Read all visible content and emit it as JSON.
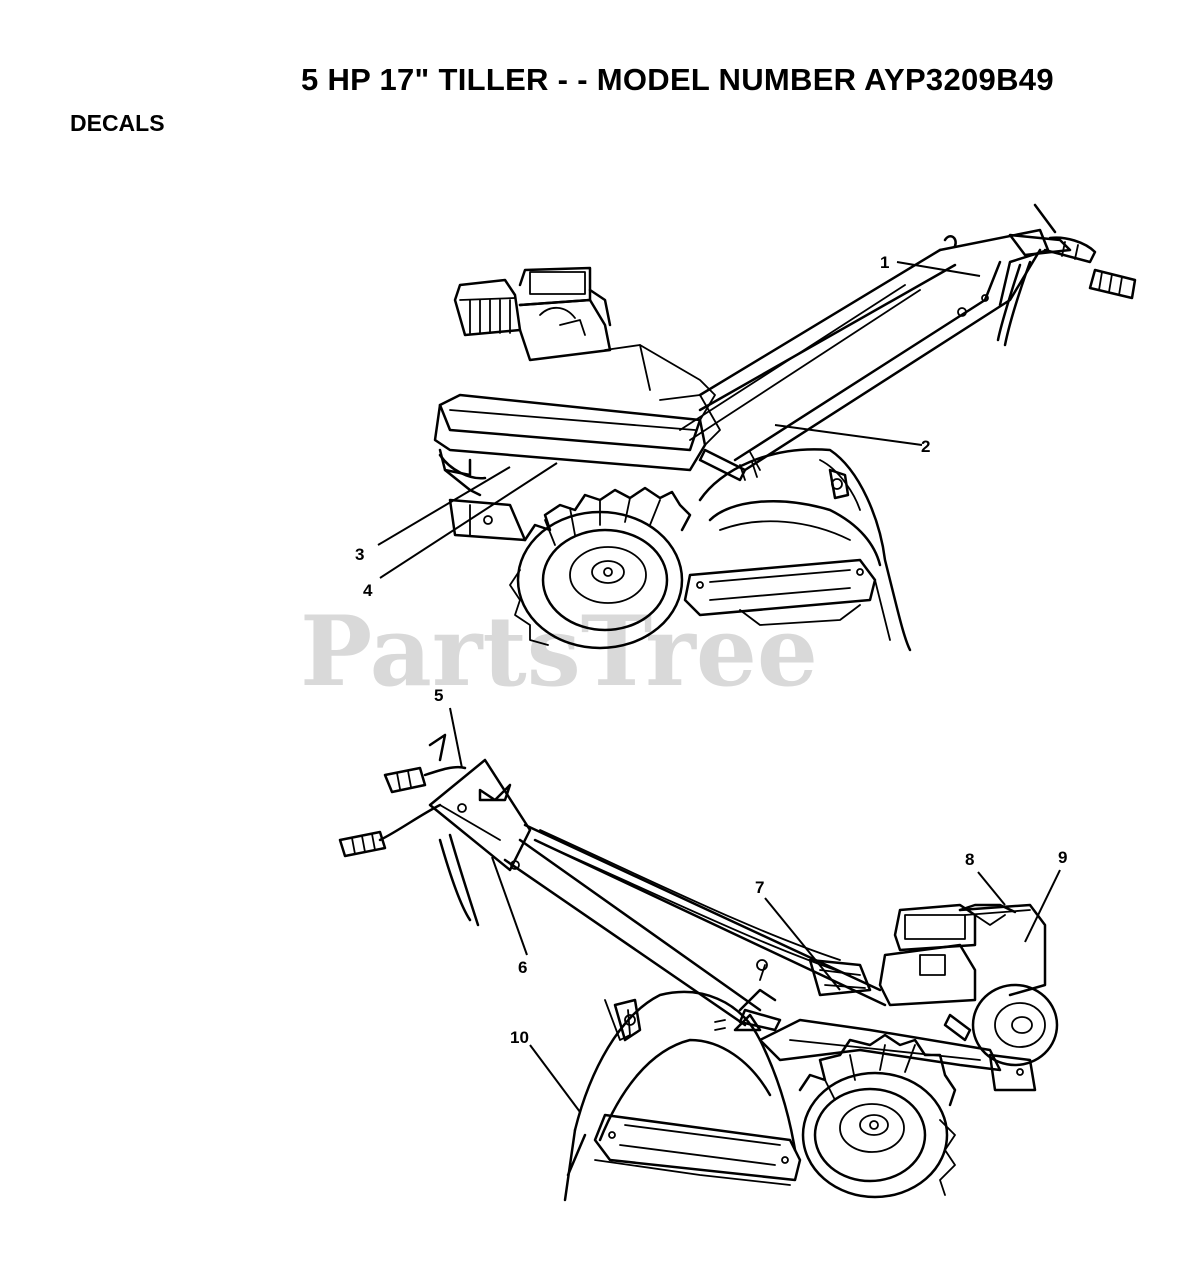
{
  "title": "5 HP 17\" TILLER - - MODEL NUMBER AYP3209B49",
  "section": "DECALS",
  "watermark": "PartsTree",
  "callouts": {
    "c1": "1",
    "c2": "2",
    "c3": "3",
    "c4": "4",
    "c5": "5",
    "c6": "6",
    "c7": "7",
    "c8": "8",
    "c9": "9",
    "c10": "10"
  }
}
